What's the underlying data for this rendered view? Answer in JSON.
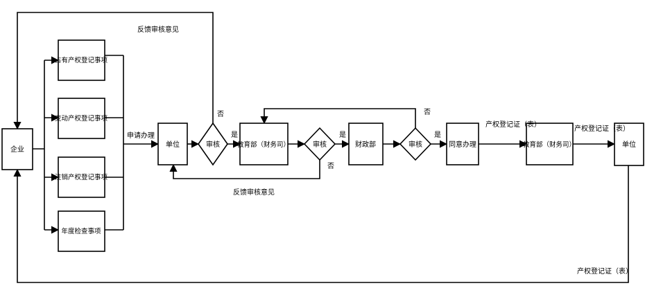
{
  "nodes": {
    "enterprise": "企业",
    "occupy": "占有产权登记事项",
    "change": "变动产权登记事项",
    "cancel": "注销产权登记事项",
    "annual": "年度检查事项",
    "unit_left": "单位",
    "review1": "审核",
    "edu1": "教育部（财务司）",
    "review2": "审核",
    "finance": "财政部",
    "review3": "审核",
    "approve": "同意办理",
    "edu2": "教育部（财务司）",
    "unit_right": "单位"
  },
  "labels": {
    "feedback_top": "反馈审核意见",
    "feedback_bottom": "反馈审核意见",
    "apply": "申请办理",
    "yes1": "是",
    "no1": "否",
    "yes2": "是",
    "no2": "否",
    "yes3": "是",
    "no3": "否",
    "cert1": "产权登记证（表）",
    "cert2": "产权登记证（表）",
    "cert_bottom": "产权登记证（表）"
  }
}
